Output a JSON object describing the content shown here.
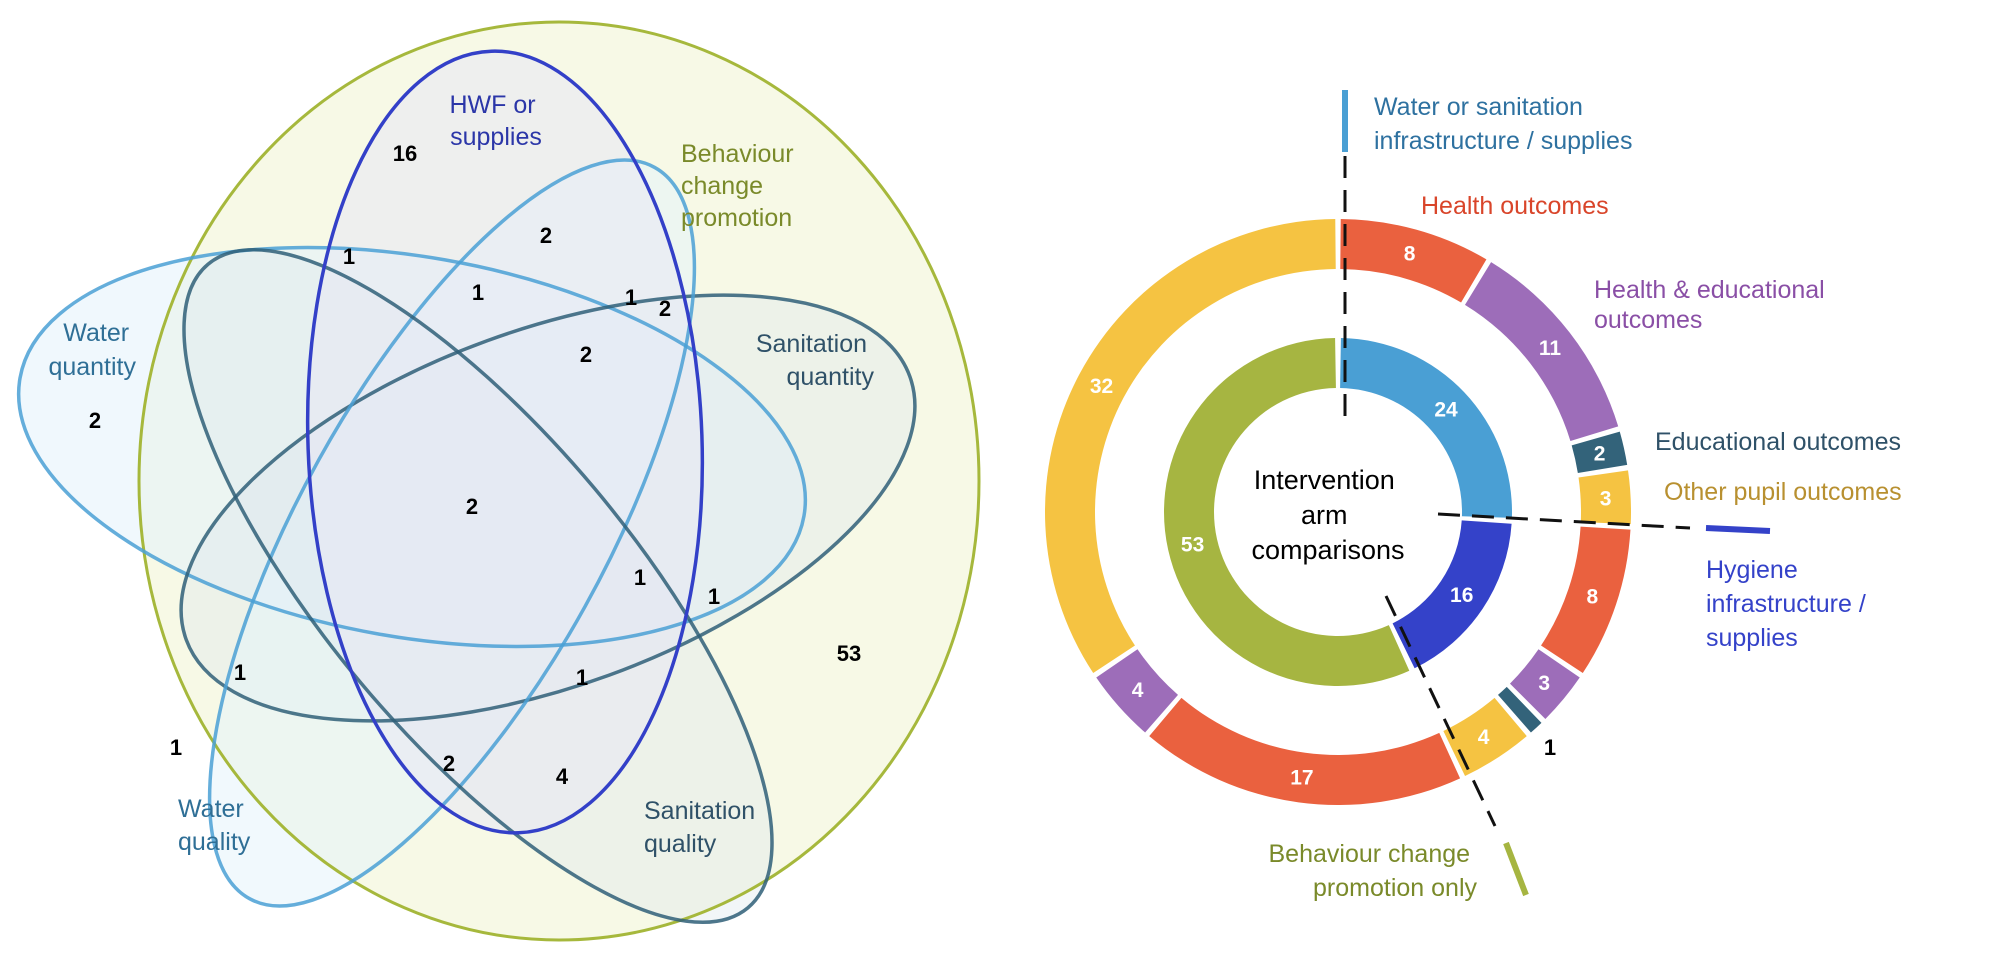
{
  "venn": {
    "sets": [
      {
        "key": "behaviour",
        "label_lines": [
          "Behaviour",
          "change",
          "promotion"
        ],
        "stroke": "#a6b83c",
        "fill": "#f7f9e6",
        "label_color": "#7a8a2a"
      },
      {
        "key": "hwf",
        "label_lines": [
          "HWF or",
          "supplies"
        ],
        "stroke": "#3340c8",
        "fill": "#e7e8f4",
        "label_color": "#2b36a8"
      },
      {
        "key": "water_quantity",
        "label_lines": [
          "Water",
          "quantity"
        ],
        "stroke": "#4aa0d5",
        "fill": "#e4f3fb",
        "label_color": "#2f6f96"
      },
      {
        "key": "sanitation_quantity",
        "label_lines": [
          "Sanitation",
          "quantity"
        ],
        "stroke": "#2f5f78",
        "fill": "#dfe9ee",
        "label_color": "#2f5168"
      },
      {
        "key": "water_quality",
        "label_lines": [
          "Water",
          "quality"
        ],
        "stroke": "#4aa0d5",
        "fill": "#e4f3fb",
        "label_color": "#2f6f96"
      },
      {
        "key": "sanitation_quality",
        "label_lines": [
          "Sanitation",
          "quality"
        ],
        "stroke": "#2f5f78",
        "fill": "#dfe9ee",
        "label_color": "#2f5168"
      }
    ],
    "region_counts": [
      {
        "id": "hwf-behaviour-only",
        "value": "16"
      },
      {
        "id": "r2",
        "value": "2"
      },
      {
        "id": "r3",
        "value": "1"
      },
      {
        "id": "r4",
        "value": "1"
      },
      {
        "id": "r5",
        "value": "1"
      },
      {
        "id": "r6",
        "value": "2"
      },
      {
        "id": "r7",
        "value": "2"
      },
      {
        "id": "water-quantity-only",
        "value": "2"
      },
      {
        "id": "center",
        "value": "2"
      },
      {
        "id": "r10",
        "value": "1"
      },
      {
        "id": "r11",
        "value": "1"
      },
      {
        "id": "behaviour-only",
        "value": "53"
      },
      {
        "id": "r13",
        "value": "1"
      },
      {
        "id": "r14",
        "value": "1"
      },
      {
        "id": "water-quality-only",
        "value": "1"
      },
      {
        "id": "r16",
        "value": "2"
      },
      {
        "id": "r17",
        "value": "4"
      }
    ]
  },
  "chart_data": {
    "type": "pie",
    "title": "Intervention arm comparisons",
    "center_label_lines": [
      "Intervention",
      "arm",
      "comparisons"
    ],
    "inner_ring": [
      {
        "name": "Water or sanitation infrastructure / supplies",
        "value": 24,
        "color": "#4a9fd4"
      },
      {
        "name": "Hygiene infrastructure / supplies",
        "value": 16,
        "color": "#3442c9"
      },
      {
        "name": "Behaviour change promotion only",
        "value": 53,
        "color": "#a6b541"
      }
    ],
    "outer_ring": [
      {
        "group": "Water or sanitation infrastructure / supplies",
        "name": "Health outcomes",
        "value": 8,
        "color": "#ea613f"
      },
      {
        "group": "Water or sanitation infrastructure / supplies",
        "name": "Health & educational outcomes",
        "value": 11,
        "color": "#9d6db9"
      },
      {
        "group": "Water or sanitation infrastructure / supplies",
        "name": "Educational outcomes",
        "value": 2,
        "color": "#33637a"
      },
      {
        "group": "Water or sanitation infrastructure / supplies",
        "name": "Other pupil outcomes",
        "value": 3,
        "color": "#f5c342"
      },
      {
        "group": "Hygiene infrastructure / supplies",
        "name": "Health outcomes",
        "value": 8,
        "color": "#ea613f"
      },
      {
        "group": "Hygiene infrastructure / supplies",
        "name": "Health & educational outcomes",
        "value": 3,
        "color": "#9d6db9"
      },
      {
        "group": "Hygiene infrastructure / supplies",
        "name": "Educational outcomes",
        "value": 1,
        "color": "#33637a"
      },
      {
        "group": "Hygiene infrastructure / supplies",
        "name": "Other pupil outcomes",
        "value": 4,
        "color": "#f5c342"
      },
      {
        "group": "Behaviour change promotion only",
        "name": "Health outcomes",
        "value": 17,
        "color": "#ea613f"
      },
      {
        "group": "Behaviour change promotion only",
        "name": "Health & educational outcomes",
        "value": 4,
        "color": "#9d6db9"
      },
      {
        "group": "Behaviour change promotion only",
        "name": "Other pupil outcomes",
        "value": 32,
        "color": "#f5c342"
      }
    ],
    "group_labels": [
      {
        "key": "wash",
        "lines": [
          "Water or sanitation",
          "infrastructure / supplies"
        ],
        "color": "#2e71a0",
        "marker_color": "#4a9fd4"
      },
      {
        "key": "hygiene",
        "lines": [
          "Hygiene",
          "infrastructure /",
          "supplies"
        ],
        "color": "#3442c9",
        "marker_color": "#3442c9"
      },
      {
        "key": "behaviour",
        "lines": [
          "Behaviour change",
          "promotion only"
        ],
        "color": "#7a8a2a",
        "marker_color": "#a6b541"
      }
    ],
    "outcome_labels": [
      {
        "key": "health",
        "lines": [
          "Health outcomes"
        ],
        "color": "#d9452a"
      },
      {
        "key": "health_edu",
        "lines": [
          "Health & educational",
          "outcomes"
        ],
        "color": "#8a4fa6"
      },
      {
        "key": "edu",
        "lines": [
          "Educational outcomes"
        ],
        "color": "#2f5168"
      },
      {
        "key": "other",
        "lines": [
          "Other pupil outcomes"
        ],
        "color": "#b89030"
      }
    ],
    "small_outside_label": {
      "value": "1",
      "color": "#33637a"
    }
  }
}
